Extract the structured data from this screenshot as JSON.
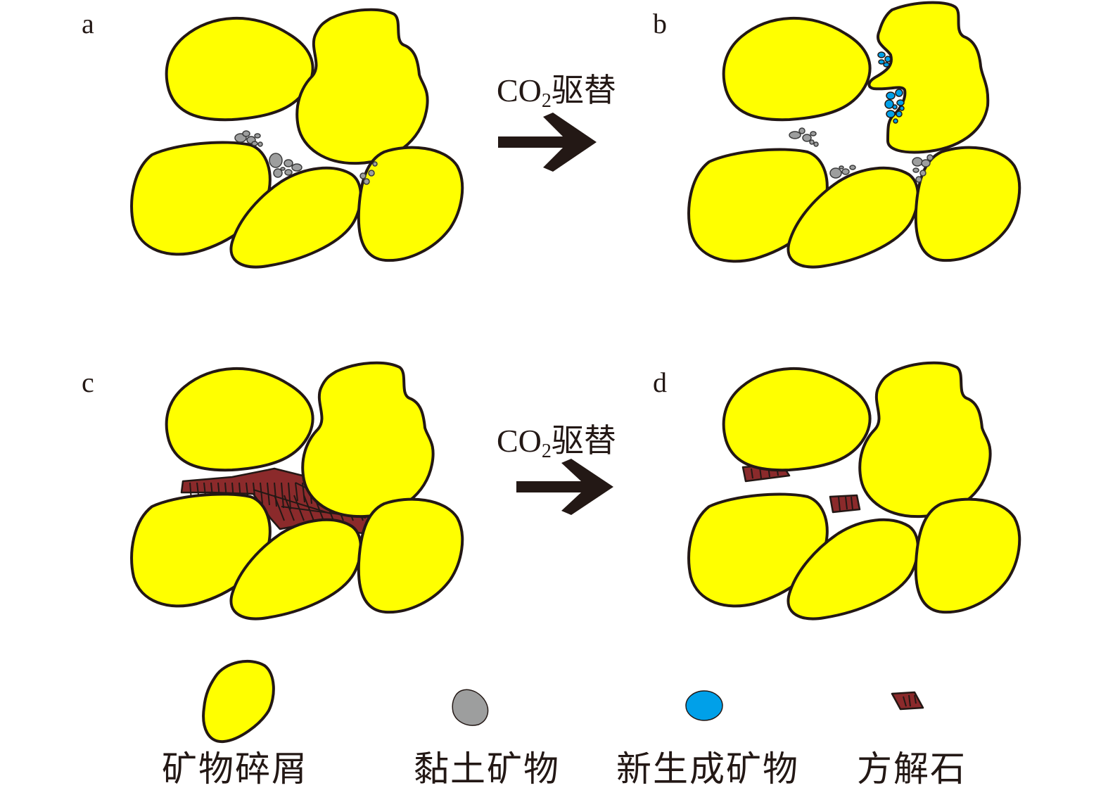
{
  "panels": {
    "a": {
      "letter": "a"
    },
    "b": {
      "letter": "b"
    },
    "c": {
      "letter": "c"
    },
    "d": {
      "letter": "d"
    }
  },
  "arrows": [
    {
      "prefix": "CO",
      "subscript": "2",
      "suffix": "驱替"
    },
    {
      "prefix": "CO",
      "subscript": "2",
      "suffix": "驱替"
    }
  ],
  "legend": [
    {
      "label": "矿物碎屑",
      "icon": "yellow-grain-icon"
    },
    {
      "label": "黏土矿物",
      "icon": "gray-clay-icon"
    },
    {
      "label": "新生成矿物",
      "icon": "blue-new-mineral-icon"
    },
    {
      "label": "方解石",
      "icon": "calcite-crystal-icon"
    }
  ],
  "colors": {
    "grain": "#ffff00",
    "outline": "#231815",
    "clay": "#9d9e9e",
    "new_mineral": "#00a0e9",
    "calcite": "#8b2a2b"
  }
}
